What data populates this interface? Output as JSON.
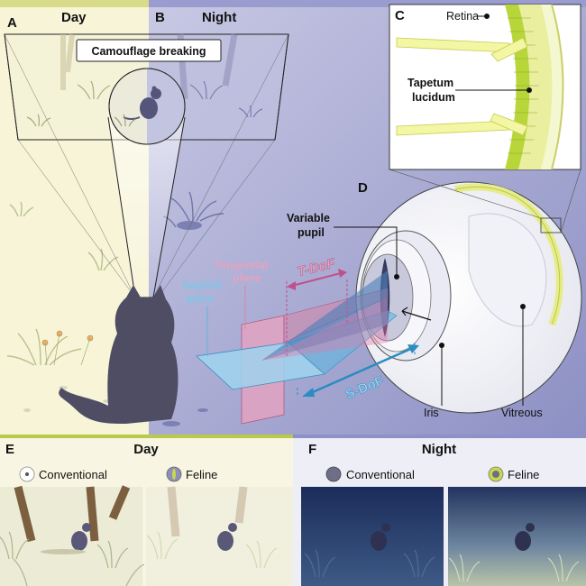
{
  "panels": {
    "a": {
      "letter": "A",
      "title": "Day"
    },
    "b": {
      "letter": "B",
      "title": "Night"
    },
    "c": {
      "letter": "C",
      "retina": "Retina",
      "tapetum": "Tapetum lucidum"
    },
    "d": {
      "letter": "D",
      "variable_pupil": "Variable pupil",
      "iris": "Iris",
      "vitreous": "Vitreous",
      "sagittal_plane": "Sagittal plane",
      "tangential_plane": "Tangential plane",
      "t_dof": "T-DoF",
      "s_dof": "S-DoF"
    },
    "e": {
      "letter": "E",
      "title": "Day",
      "conventional": "Conventional",
      "feline": "Feline"
    },
    "f": {
      "letter": "F",
      "title": "Night",
      "conventional": "Conventional",
      "feline": "Feline"
    }
  },
  "callout": "Camouflage breaking",
  "colors": {
    "day_bg": "#f6f3d6",
    "night_bg": "#a7a9d1",
    "tangential": "#d685a8",
    "sagittal": "#5ab8e0",
    "tapetum": "#b8d63a",
    "day_rule": "#b9c94a",
    "night_rule": "#8e90c8"
  }
}
